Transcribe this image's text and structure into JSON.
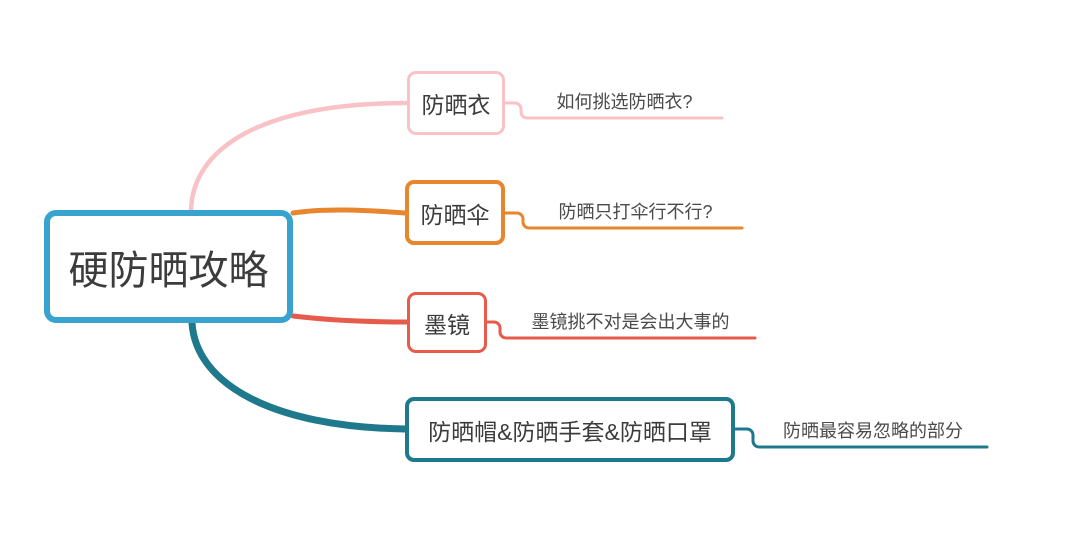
{
  "canvas": {
    "background": "#FFFFFF"
  },
  "root": {
    "label": "硬防晒攻略",
    "color": "#38A3CF"
  },
  "branches": [
    {
      "topic": "防晒衣",
      "note": "如何挑选防晒衣?",
      "color": "#F8C2C6"
    },
    {
      "topic": "防晒伞",
      "note": "防晒只打伞行不行?",
      "color": "#E7862D"
    },
    {
      "topic": "墨镜",
      "note": "墨镜挑不对是会出大事的",
      "color": "#E65B4B"
    },
    {
      "topic": "防晒帽&防晒手套&防晒口罩",
      "note": "防晒最容易忽略的部分",
      "color": "#1F798C"
    }
  ],
  "text": {
    "topic_color": "#3C3C3C",
    "note_color": "#4A4A4A"
  }
}
